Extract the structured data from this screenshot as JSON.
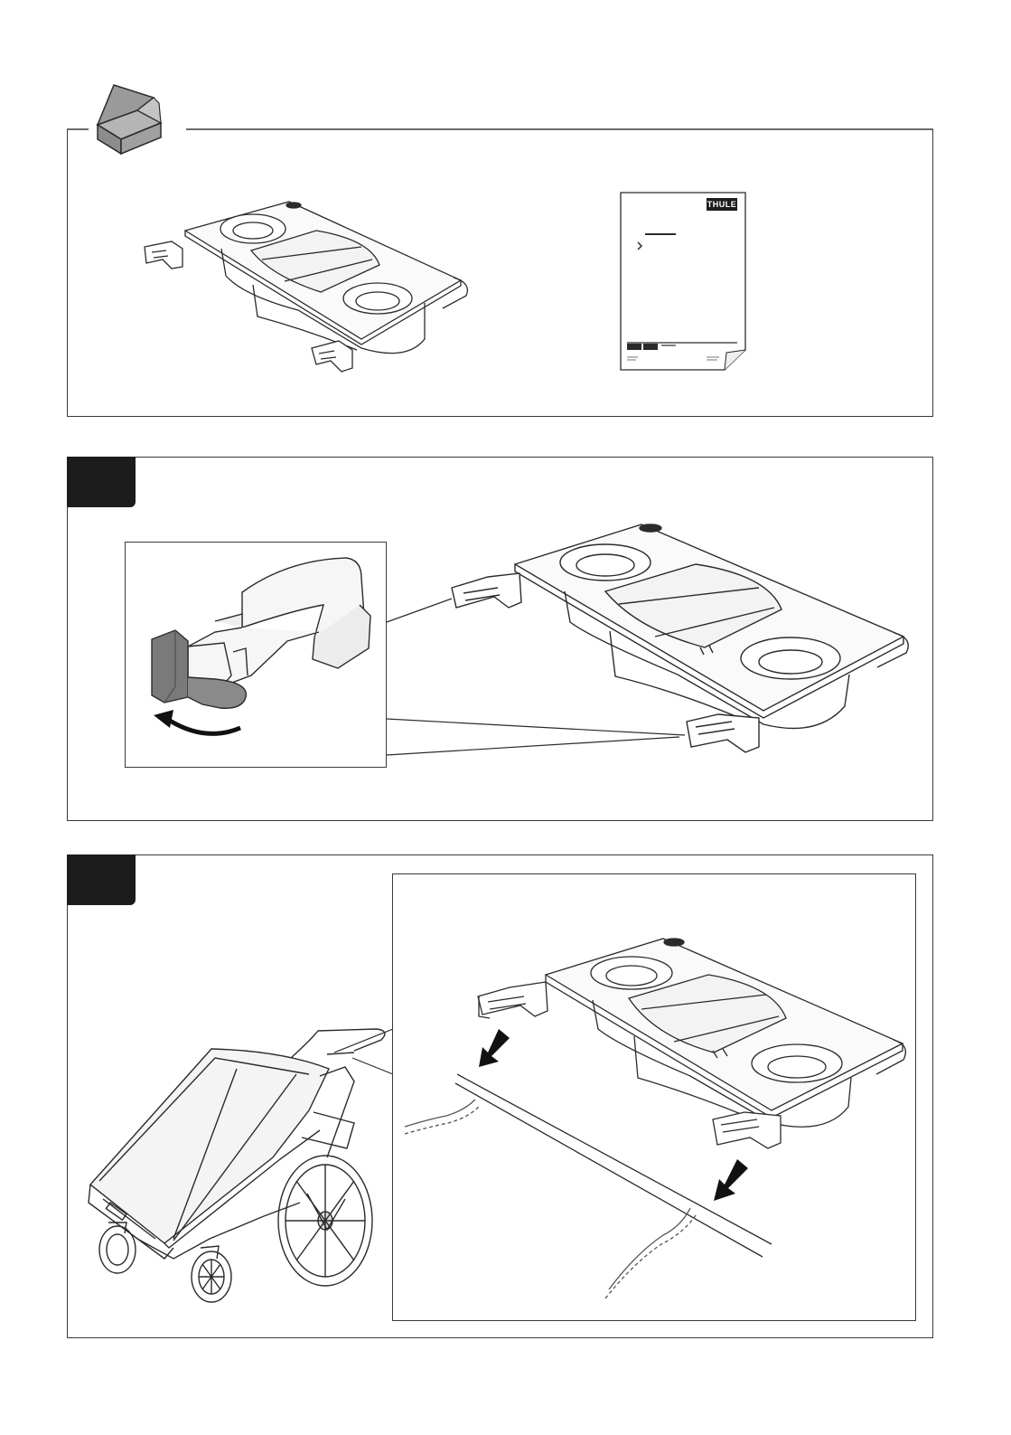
{
  "manual": {
    "brand_logo": "THULE",
    "panels": [
      {
        "name": "contents",
        "icon": "open-box-icon"
      },
      {
        "name": "step-1",
        "icon": "clip-rotate-arrow-icon"
      },
      {
        "name": "step-2",
        "icon": "press-down-arrow-icon"
      }
    ],
    "colors": {
      "line": "#2b2b2b",
      "tab": "#1c1c1c",
      "box": "#8c8c8c",
      "clip": "#7a7a7a"
    }
  }
}
